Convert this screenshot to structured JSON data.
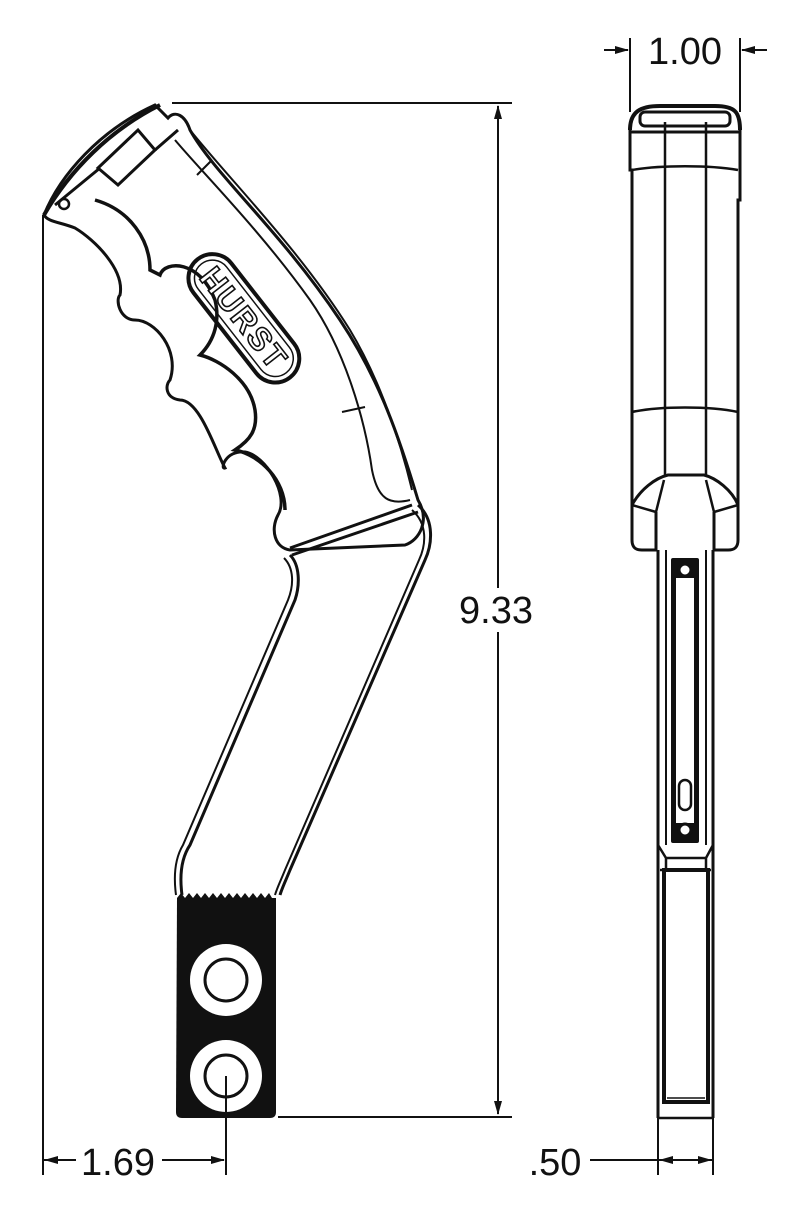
{
  "drawing": {
    "title": "Hurst pistol grip shifter handle - dimensional drawing",
    "logo_text": "HURST",
    "colors": {
      "line": "#111111",
      "background": "#ffffff",
      "fill": "#111111"
    }
  },
  "dimensions": {
    "width_top": {
      "value": "1.00",
      "unit": "in",
      "label": "1.00"
    },
    "height": {
      "value": "9.33",
      "unit": "in",
      "label": "9.33"
    },
    "offset_bottom": {
      "value": "1.69",
      "unit": "in",
      "label": "1.69"
    },
    "thickness_bottom": {
      "value": ".50",
      "unit": "in",
      "label": ".50"
    }
  },
  "views": [
    {
      "name": "side-view",
      "features": [
        "pistol-grip",
        "finger-grooves",
        "logo-badge",
        "bent-shank",
        "mounting-block"
      ]
    },
    {
      "name": "front-view",
      "features": [
        "grip-top-cap",
        "grip-body",
        "collar",
        "shank-slot",
        "mounting-holes",
        "bottom-blade"
      ]
    }
  ]
}
